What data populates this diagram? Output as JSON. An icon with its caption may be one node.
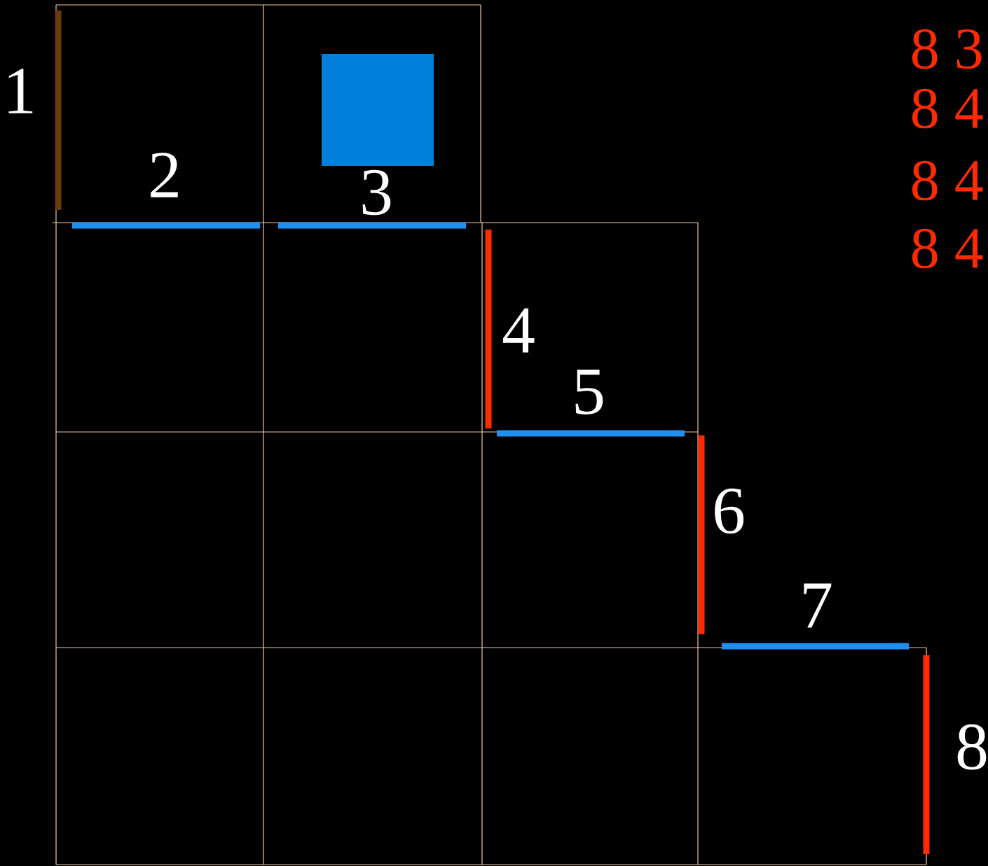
{
  "diagram": {
    "nodes": [
      {
        "text": [],
        "shape": "box"
      }
    ],
    "labels": [
      "1",
      "2",
      "3",
      "4",
      "5",
      "6",
      "7",
      "8",
      "8 3",
      "8 4",
      "8 4",
      "8 4"
    ]
  }
}
